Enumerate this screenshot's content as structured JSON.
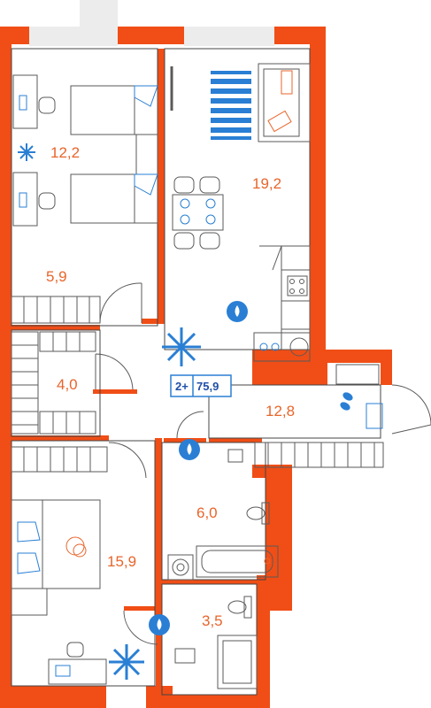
{
  "colors": {
    "wall": "#f04e16",
    "furniture": "#5a5a5a",
    "accent_blue": "#2a7fd4",
    "accent_orange": "#e8652b",
    "badge_border": "#2a7fd4"
  },
  "apartment": {
    "rooms_label": "2+",
    "total_area": "75,9"
  },
  "rooms": [
    {
      "id": "bedroom-top-left",
      "area": "12,2"
    },
    {
      "id": "living-kitchen",
      "area": "19,2"
    },
    {
      "id": "hall-left",
      "area": "5,9"
    },
    {
      "id": "closet",
      "area": "4,0"
    },
    {
      "id": "corridor",
      "area": "12,8"
    },
    {
      "id": "bathroom",
      "area": "6,0"
    },
    {
      "id": "bedroom-bottom-left",
      "area": "15,9"
    },
    {
      "id": "toilet",
      "area": "3,5"
    }
  ],
  "icons": [
    "snowflake-icon",
    "drop-icon",
    "slippers-icon",
    "sofa-icon",
    "bed-icon",
    "stove-icon",
    "toilet-icon",
    "bathtub-icon"
  ]
}
